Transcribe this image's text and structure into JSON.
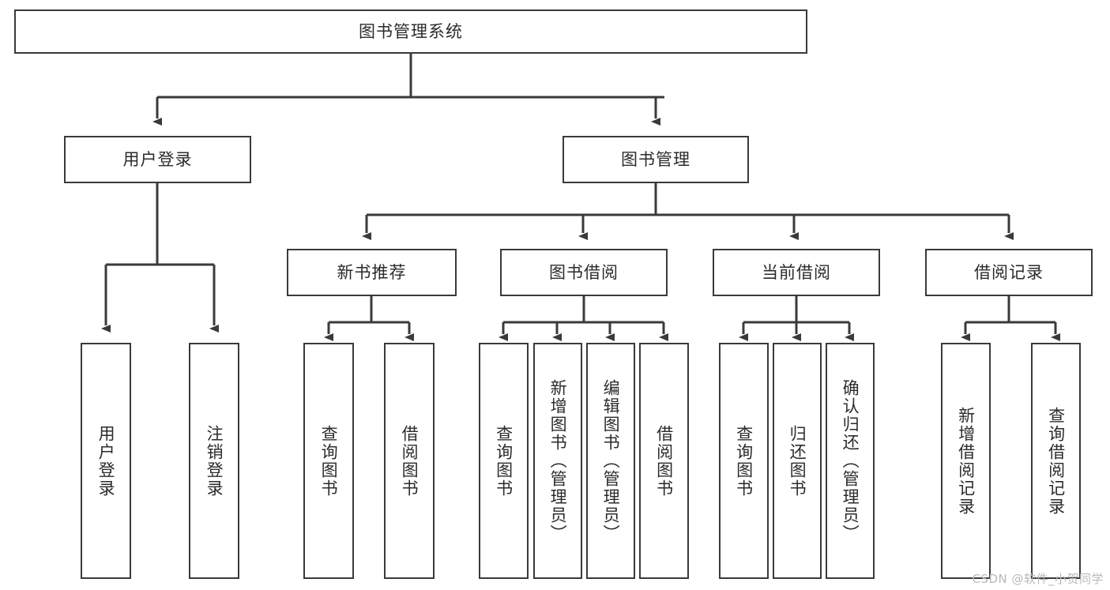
{
  "diagram": {
    "title": "图书管理系统",
    "type": "tree-hierarchy-diagram",
    "colors": {
      "box_border": "#3a3a3a",
      "box_fill": "#ffffff",
      "edge": "#3a3a3a",
      "text": "#2b2b2b",
      "watermark": "#b9b9b9",
      "background": "#ffffff"
    },
    "nodes": {
      "root": {
        "label": "图书管理系统",
        "orientation": "horizontal"
      },
      "user_login": {
        "label": "用户登录",
        "orientation": "horizontal"
      },
      "book_manage": {
        "label": "图书管理",
        "orientation": "horizontal"
      },
      "new_book_rec": {
        "label": "新书推荐",
        "orientation": "horizontal"
      },
      "book_borrow": {
        "label": "图书借阅",
        "orientation": "horizontal"
      },
      "current_borrow": {
        "label": "当前借阅",
        "orientation": "horizontal"
      },
      "borrow_record": {
        "label": "借阅记录",
        "orientation": "horizontal"
      },
      "leaf_user_login": {
        "label": "用户登录",
        "orientation": "vertical"
      },
      "leaf_logout": {
        "label": "注销登录",
        "orientation": "vertical"
      },
      "leaf_query_book_1": {
        "label": "查询图书",
        "orientation": "vertical"
      },
      "leaf_borrow_book_1": {
        "label": "借阅图书",
        "orientation": "vertical"
      },
      "leaf_query_book_2": {
        "label": "查询图书",
        "orientation": "vertical"
      },
      "leaf_add_book": {
        "label": "新增图书（管理员）",
        "orientation": "vertical"
      },
      "leaf_edit_book": {
        "label": "编辑图书（管理员）",
        "orientation": "vertical"
      },
      "leaf_borrow_book_2": {
        "label": "借阅图书",
        "orientation": "vertical"
      },
      "leaf_query_book_3": {
        "label": "查询图书",
        "orientation": "vertical"
      },
      "leaf_return_book": {
        "label": "归还图书",
        "orientation": "vertical"
      },
      "leaf_confirm_return": {
        "label": "确认归还（管理员）",
        "orientation": "vertical"
      },
      "leaf_add_record": {
        "label": "新增借阅记录",
        "orientation": "vertical"
      },
      "leaf_query_record": {
        "label": "查询借阅记录",
        "orientation": "vertical"
      }
    },
    "hierarchy": [
      {
        "node": "root",
        "children": [
          {
            "node": "user_login",
            "children": [
              {
                "node": "leaf_user_login"
              },
              {
                "node": "leaf_logout"
              }
            ]
          },
          {
            "node": "book_manage",
            "children": [
              {
                "node": "new_book_rec",
                "children": [
                  {
                    "node": "leaf_query_book_1"
                  },
                  {
                    "node": "leaf_borrow_book_1"
                  }
                ]
              },
              {
                "node": "book_borrow",
                "children": [
                  {
                    "node": "leaf_query_book_2"
                  },
                  {
                    "node": "leaf_add_book"
                  },
                  {
                    "node": "leaf_edit_book"
                  },
                  {
                    "node": "leaf_borrow_book_2"
                  }
                ]
              },
              {
                "node": "current_borrow",
                "children": [
                  {
                    "node": "leaf_query_book_3"
                  },
                  {
                    "node": "leaf_return_book"
                  },
                  {
                    "node": "leaf_confirm_return"
                  }
                ]
              },
              {
                "node": "borrow_record",
                "children": [
                  {
                    "node": "leaf_add_record"
                  },
                  {
                    "node": "leaf_query_record"
                  }
                ]
              }
            ]
          }
        ]
      }
    ]
  },
  "watermark": {
    "text": "CSDN @软件_小贺同学"
  }
}
